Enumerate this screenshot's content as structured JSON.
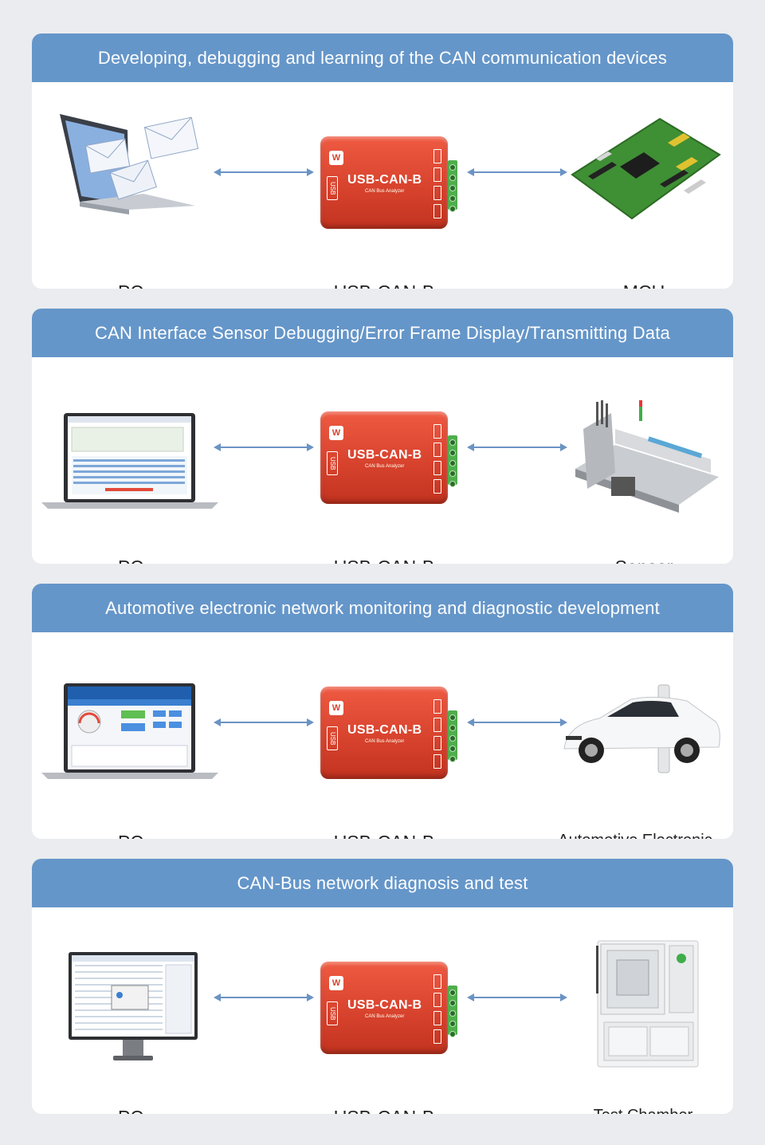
{
  "panels": [
    {
      "title": "Developing, debugging and learning of the CAN communication devices",
      "left_label": "PC",
      "center_label": "USB-CAN-B",
      "right_label": "MCU",
      "left_illustration": "laptop-with-envelopes",
      "right_illustration": "mcu-development-board"
    },
    {
      "title": "CAN Interface Sensor Debugging/Error Frame Display/Transmitting Data",
      "left_label": "PC",
      "center_label": "USB-CAN-B",
      "right_label": "Sensor",
      "left_illustration": "laptop-with-software",
      "right_illustration": "industrial-machine"
    },
    {
      "title": "Automotive electronic network monitoring and diagnostic development",
      "left_label": "PC",
      "center_label": "USB-CAN-B",
      "right_label": "Automotive Electronic",
      "left_illustration": "laptop-with-dashboard",
      "right_illustration": "car-charging"
    },
    {
      "title": "CAN-Bus network diagnosis and test",
      "left_label": "PC",
      "center_label": "USB-CAN-B",
      "right_label": "Test Chamber",
      "left_illustration": "monitor-with-software",
      "right_illustration": "test-chamber"
    }
  ],
  "device": {
    "name": "USB-CAN-B",
    "subtitle": "CAN Bus Analyzer",
    "usb_tag": "USB",
    "brand_mark": "W"
  },
  "colors": {
    "header": "#6596c9",
    "device_red": "#d8432e",
    "arrow": "#6b93c4",
    "background": "#eaecef"
  }
}
